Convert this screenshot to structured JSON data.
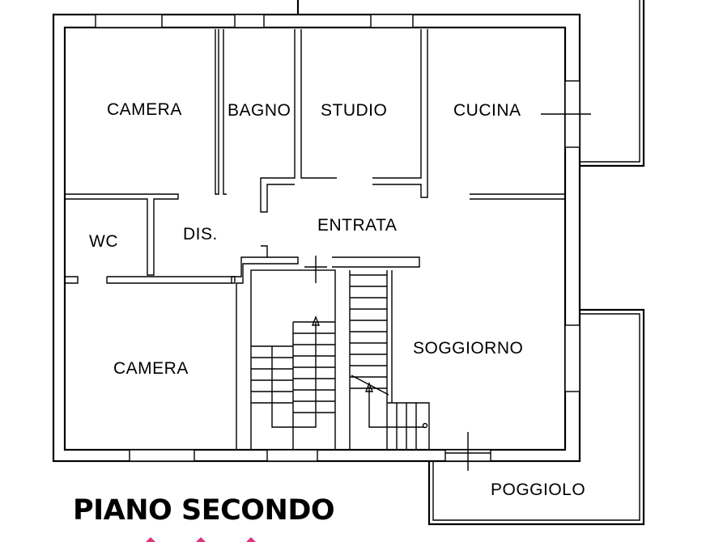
{
  "title": "PIANO SECONDO",
  "rooms": {
    "camera_top": "CAMERA",
    "bagno": "BAGNO",
    "studio": "STUDIO",
    "cucina": "CUCINA",
    "wc": "WC",
    "dis": "DIS.",
    "entrata": "ENTRATA",
    "soggiorno": "SOGGIORNO",
    "camera_bottom": "CAMERA",
    "poggiolo": "POGGIOLO"
  },
  "colors": {
    "walls": "#000000",
    "background": "#ffffff",
    "marker": "#e0307a"
  }
}
